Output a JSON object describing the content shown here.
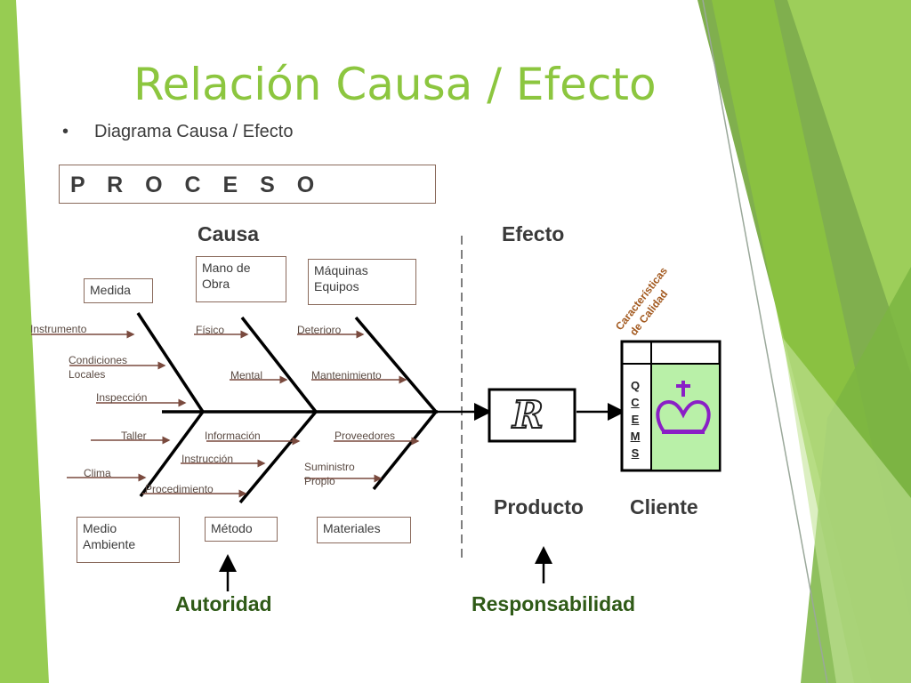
{
  "title": "Relación Causa / Efecto",
  "bullet": "Diagrama Causa / Efecto",
  "proceso": "P R O C E S O",
  "headers": {
    "causa": "Causa",
    "efecto": "Efecto",
    "producto": "Producto",
    "cliente": "Cliente"
  },
  "categories": {
    "medida": "Medida",
    "mano_de_obra": [
      "Mano de",
      "Obra"
    ],
    "maquinas": [
      "Máquinas",
      "Equipos"
    ],
    "medio_ambiente": [
      "Medio",
      "Ambiente"
    ],
    "metodo": "Método",
    "materiales": "Materiales"
  },
  "causes": {
    "instrumento": "Instrumento",
    "condiciones": [
      "Condiciones",
      "Locales"
    ],
    "inspeccion": "Inspección",
    "taller": "Taller",
    "clima": "Clima",
    "fisico": "Físico",
    "mental": "Mental",
    "informacion": "Información",
    "instruccion": "Instrucción",
    "procedimiento": "Procedimiento",
    "deterioro": "Deterioro",
    "mantenimiento": "Mantenimiento",
    "proveedores": "Proveedores",
    "suministro": [
      "Suministro",
      "Propio"
    ]
  },
  "rotated": [
    "Características",
    "de Calidad"
  ],
  "qcems": [
    "Q",
    "C",
    "E",
    "M",
    "S"
  ],
  "product_logo": "R",
  "footer": {
    "autoridad": "Autoridad",
    "responsabilidad": "Responsabilidad"
  },
  "colors": {
    "title": "#8cc63f",
    "line": "#000000",
    "arrow_small": "#7a4a3e",
    "customer_box": "#b9f0a8",
    "crown": "#8a1fc6"
  },
  "icons": {
    "customer": "crown-icon"
  }
}
